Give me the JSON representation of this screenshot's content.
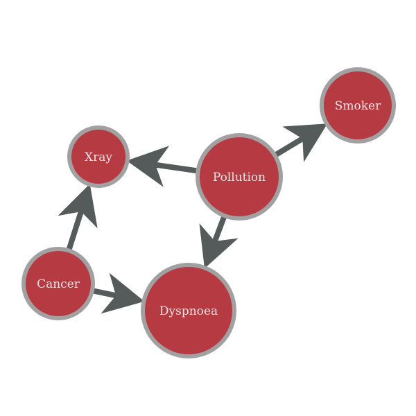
{
  "colors": {
    "node_fill": "#b53a42",
    "node_ring": "#a3a0a2",
    "edge": "#555a5b",
    "label": "#f2e4e4"
  },
  "nodes": [
    {
      "id": "smoker",
      "label": "Smoker"
    },
    {
      "id": "xray",
      "label": "Xray"
    },
    {
      "id": "pollution",
      "label": "Pollution"
    },
    {
      "id": "cancer",
      "label": "Cancer"
    },
    {
      "id": "dyspnoea",
      "label": "Dyspnoea"
    }
  ],
  "edges": [
    {
      "from": "pollution",
      "to": "smoker"
    },
    {
      "from": "pollution",
      "to": "xray"
    },
    {
      "from": "pollution",
      "to": "dyspnoea"
    },
    {
      "from": "cancer",
      "to": "xray"
    },
    {
      "from": "cancer",
      "to": "dyspnoea"
    }
  ]
}
